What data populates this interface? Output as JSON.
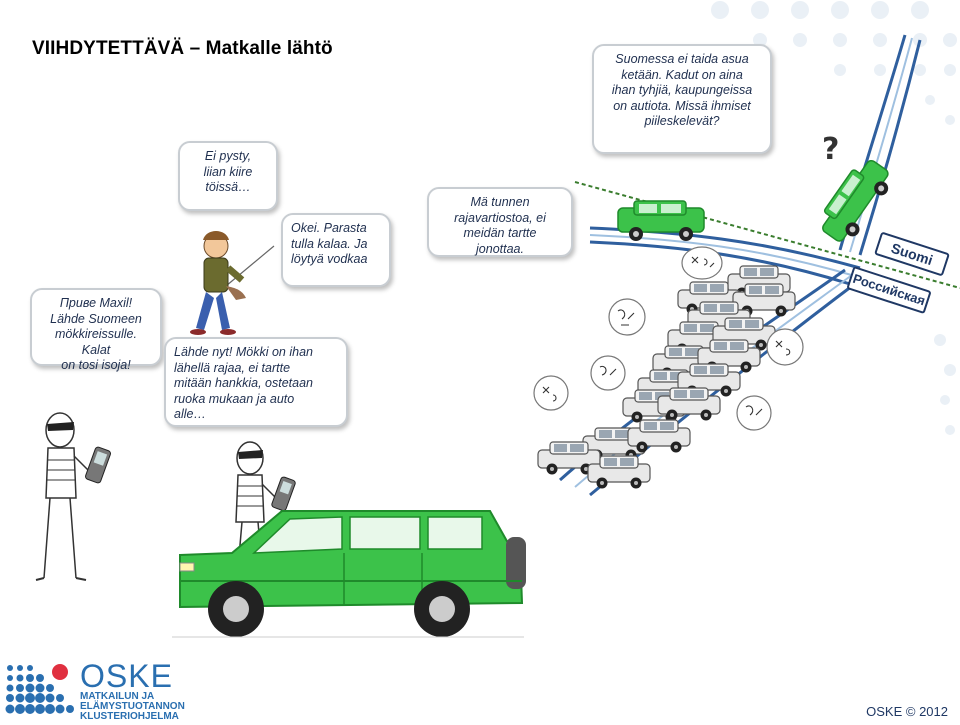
{
  "slide": {
    "title": "VIIHDYTETTÄVÄ – Matkalle lähtö"
  },
  "bubbles": {
    "no_time": "Ei pysty,\nliian kiire\ntöissä…",
    "fishing": "Okei. Parasta\ntulla kalaa. Ja\nlöytyä vodkaa",
    "border_guard": "Mä tunnen\nrajavartiostoa, ei\nmeidän tartte\njonottaa.",
    "empty_streets": "Suomessa ei taida asua\nketään. Kadut on aina\nihan tyhjiä, kaupungeissa\non autiota. Missä ihmiset\npiileskelevät?",
    "greeting": "Приве Maxil!\nLähde Suomeen\nmökkireissulle. Kalat\non tosi isoja!",
    "lets_go": "Lähde nyt! Mökki on ihan\nlähellä rajaa, ei tartte\nmitään hankkia, ostetaan\nruoka mukaan ja auto\nalle…"
  },
  "signs": {
    "finland": "Suomi",
    "russia": "Российская"
  },
  "logo": {
    "brand": "OSKE",
    "line1": "MATKAILUN JA",
    "line2": "ELÄMYSTUOTANNON",
    "line3": "KLUSTERIOHJELMA"
  },
  "footer": {
    "copyright": "OSKE © 2012"
  },
  "icons": {
    "question": "?",
    "question_mark_icon": "question-mark-icon"
  },
  "colors": {
    "car_green": "#3cc24a",
    "car_dark_green": "#1f8a2b",
    "road_blue": "#2f5f9e",
    "oske_blue": "#2a6fb0",
    "oske_red": "#e03040",
    "sign_navy": "#1f3864"
  }
}
